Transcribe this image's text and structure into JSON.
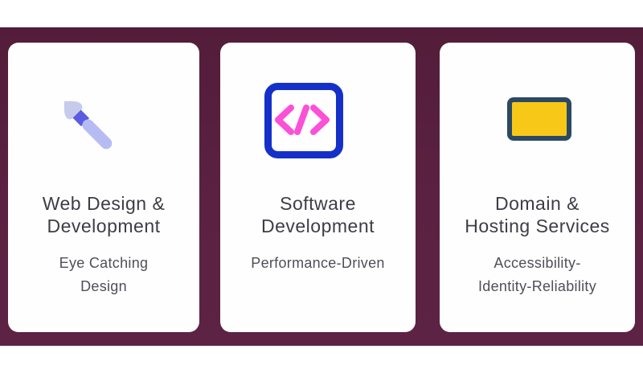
{
  "page": {
    "background_color": "#ffffff",
    "band_color": "#5b2142"
  },
  "cards": [
    {
      "icon": "paintbrush-icon",
      "title_lines": [
        "Web Design &",
        "Development"
      ],
      "subtitle_lines": [
        "Eye Catching",
        "Design"
      ]
    },
    {
      "icon": "code-icon",
      "title_lines": [
        "Software",
        "Development"
      ],
      "subtitle_lines": [
        "Performance-Driven",
        ""
      ]
    },
    {
      "icon": "display-icon",
      "title_lines": [
        "Domain &",
        "Hosting Services"
      ],
      "subtitle_lines": [
        "Accessibility-",
        "Identity-Reliability"
      ]
    }
  ],
  "colors": {
    "card_background": "#fefefe",
    "title_text": "#3e3d45",
    "subtitle_text": "#504f57",
    "code_frame_blue": "#1530c9",
    "code_glyph_pink": "#fb50d8",
    "display_fill_yellow": "#f8c818",
    "display_border_navy": "#2c4964",
    "brush_tip": "#c7cbeb",
    "brush_ferrule": "#5a5ce1",
    "brush_handle": "#b6bcf3"
  }
}
